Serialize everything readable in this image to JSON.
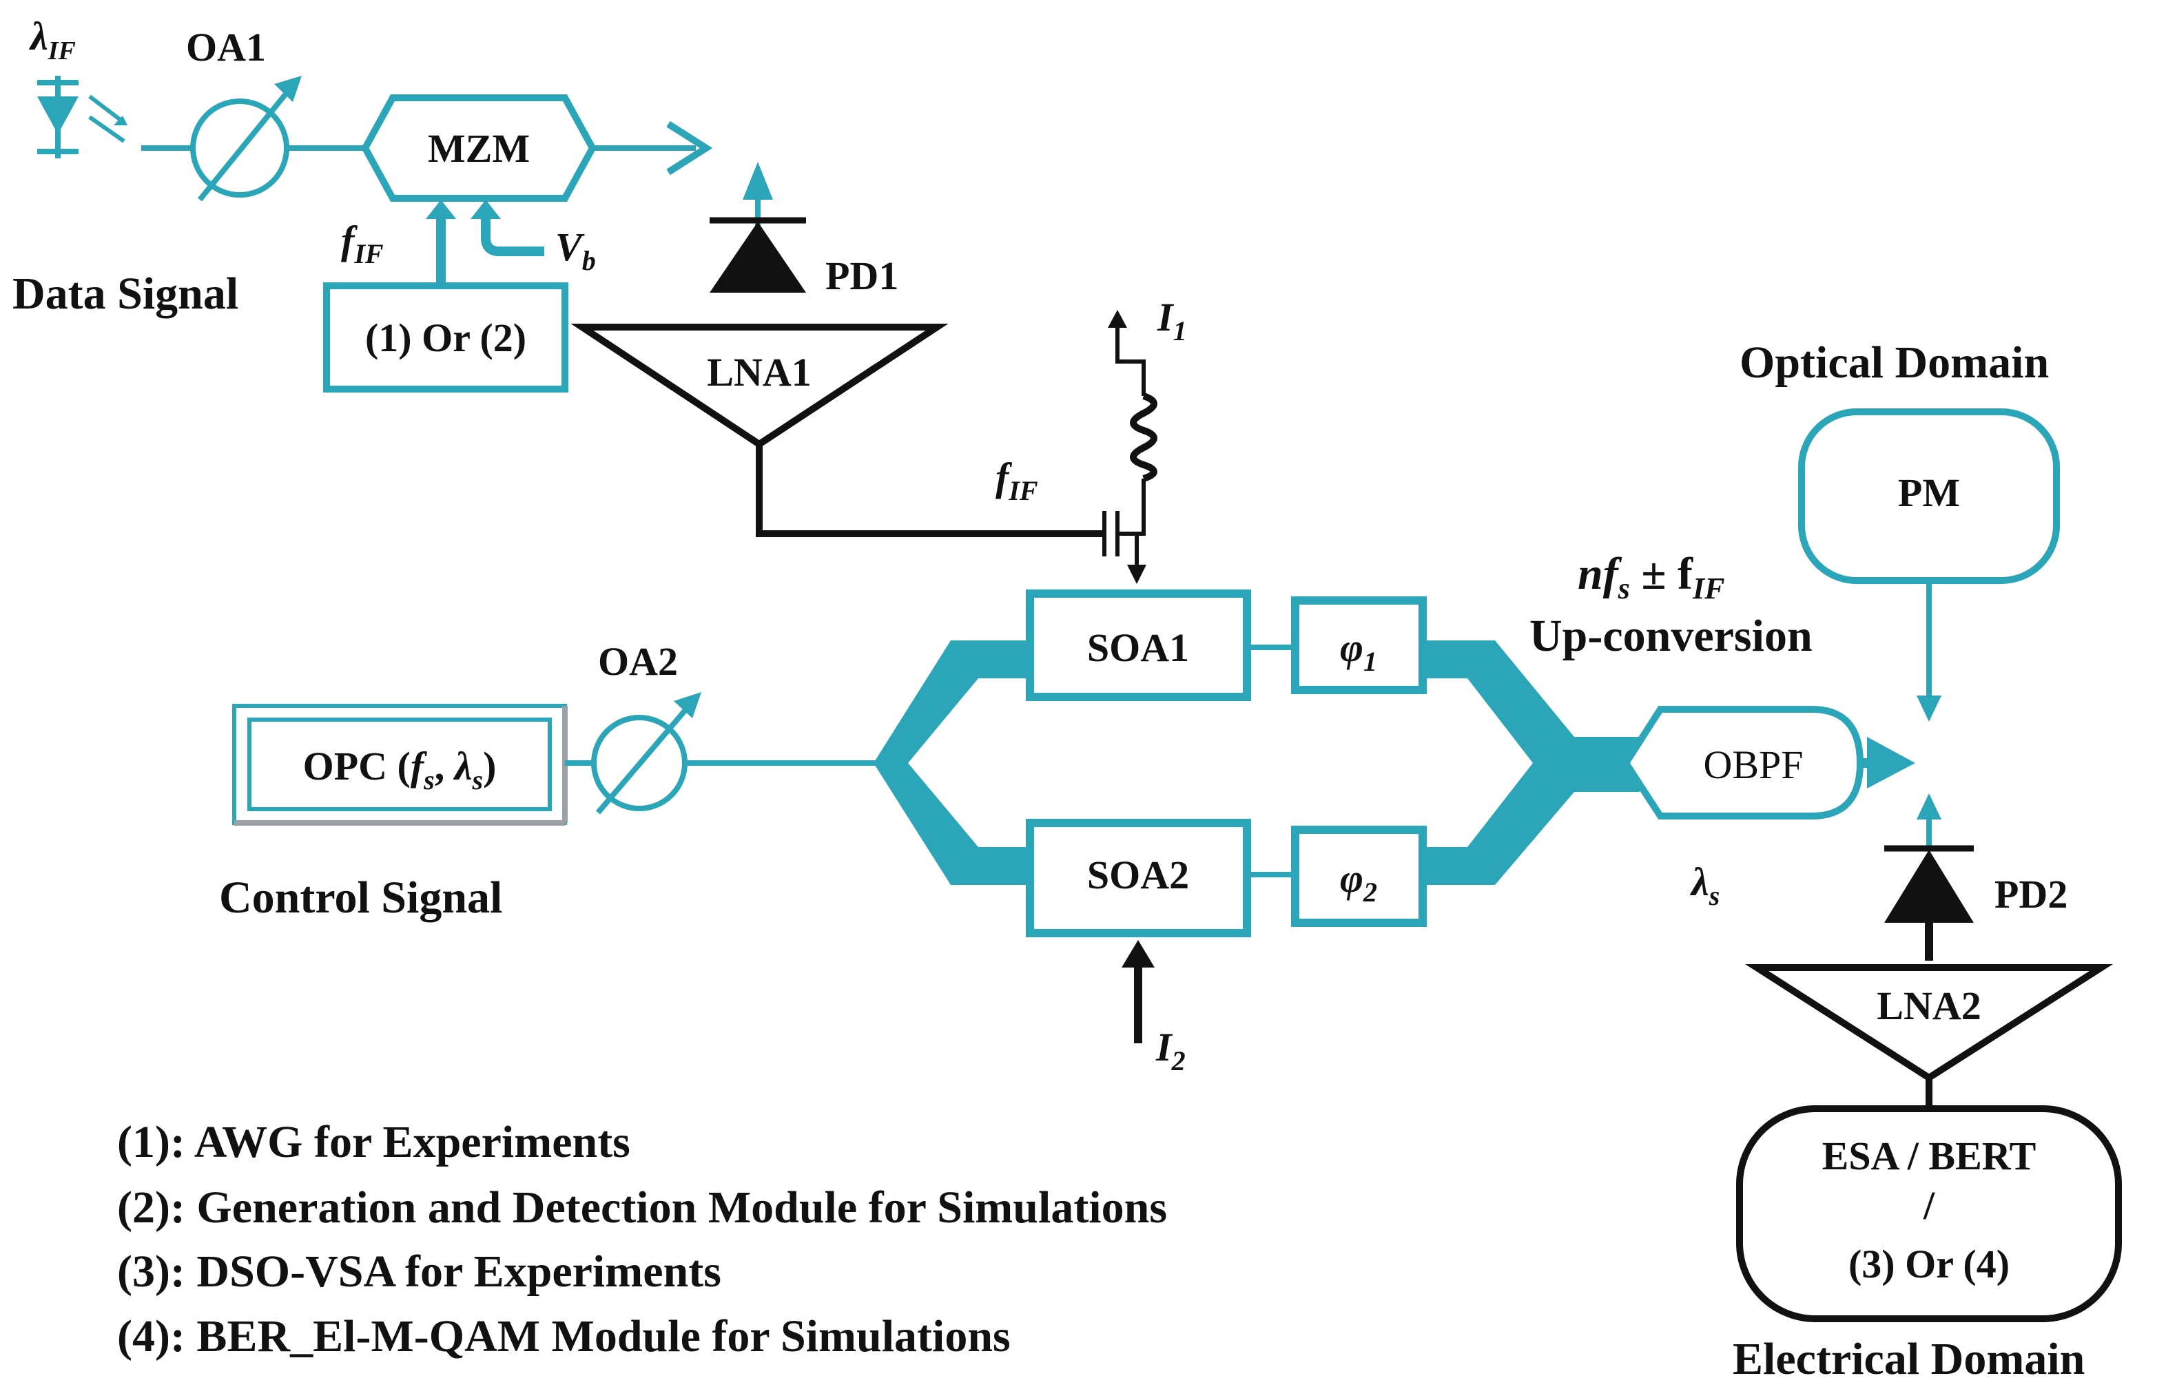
{
  "labels": {
    "lambda_if": "λ",
    "lambda_if_sub": "IF",
    "oa1": "OA1",
    "mzm": "MZM",
    "f_if_left": "f",
    "f_if_left_sub": "IF",
    "v_b": "V",
    "v_b_sub": "b",
    "data_signal": "Data Signal",
    "source_box": "(1) Or (2)",
    "pd1": "PD1",
    "lna1": "LNA1",
    "i1": "I",
    "i1_sub": "1",
    "f_if_mid": "f",
    "f_if_mid_sub": "IF",
    "optical_domain": "Optical Domain",
    "pm": "PM",
    "nfs_formula": "nf",
    "nfs_sub_s": "s",
    "nfs_pm": " ± f",
    "nfs_sub_if": "IF",
    "up_conversion": "Up-conversion",
    "oa2": "OA2",
    "opc_prefix": "OPC (",
    "opc_f": "f",
    "opc_f_sub": "s",
    "opc_comma": ", ",
    "opc_lambda": "λ",
    "opc_lambda_sub": "s",
    "opc_suffix": ")",
    "soa1": "SOA1",
    "soa2": "SOA2",
    "phi1": "φ",
    "phi1_sub": "1",
    "phi2": "φ",
    "phi2_sub": "2",
    "obpf": "OBPF",
    "lambda_s": "λ",
    "lambda_s_sub": "s",
    "pd2": "PD2",
    "lna2": "LNA2",
    "control_signal": "Control Signal",
    "i2": "I",
    "i2_sub": "2",
    "esa_bert": "ESA / BERT",
    "slash": "/",
    "esa_option": "(3) Or (4)",
    "electrical_domain": "Electrical Domain"
  },
  "legend": [
    "(1): AWG for Experiments",
    "(2): Generation and Detection Module for Simulations",
    "(3): DSO-VSA for Experiments",
    "(4): BER_El-M-QAM Module for Simulations"
  ],
  "colors": {
    "accent": "#2ba6b8",
    "ink": "#111111"
  }
}
